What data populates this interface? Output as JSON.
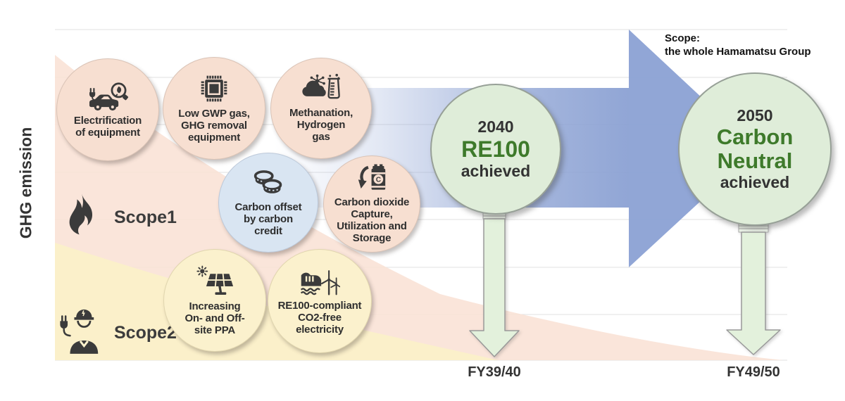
{
  "scope_note": {
    "line1": "Scope:",
    "line2": "the whole Hamamatsu Group"
  },
  "axis": {
    "y_label": "GHG emission",
    "x_ticks": [
      "FY39/40",
      "FY49/50"
    ]
  },
  "scopes": [
    {
      "label": "Scope1",
      "icon": "flame-icon"
    },
    {
      "label": "Scope2",
      "icon": "electrician-icon"
    }
  ],
  "measures": [
    {
      "id": "electrification",
      "group": "scope1",
      "icon": "electric-car-icon",
      "text": "Electrification\nof equipment"
    },
    {
      "id": "low-gwp",
      "group": "scope1",
      "icon": "semiconductor-chip-icon",
      "text": "Low GWP gas,\nGHG removal\nequipment"
    },
    {
      "id": "methanation",
      "group": "scope1",
      "icon": "cloud-molecule-beaker-icon",
      "text": "Methanation,\nHydrogen\ngas"
    },
    {
      "id": "carbon-offset",
      "group": "carbon-credit",
      "icon": "coins-icon",
      "text": "Carbon offset\nby carbon\ncredit"
    },
    {
      "id": "ccus",
      "group": "scope1",
      "icon": "co2-barrel-capture-icon",
      "text": "Carbon dioxide\nCapture,\nUtilization and\nStorage"
    },
    {
      "id": "ppa",
      "group": "scope2",
      "icon": "solar-panel-icon",
      "text": "Increasing\nOn- and Off-\nsite PPA"
    },
    {
      "id": "re100-electricity",
      "group": "scope2",
      "icon": "hydro-wind-icon",
      "text": "RE100-compliant\nCO2-free\nelectricity"
    }
  ],
  "milestones": [
    {
      "year": "2040",
      "title": "RE100",
      "status": "achieved",
      "fiscal_year": "FY39/40"
    },
    {
      "year": "2050",
      "title": "Carbon\nNeutral",
      "status": "achieved",
      "fiscal_year": "FY49/50"
    }
  ],
  "colors": {
    "scope1-band": "#F9E2D6",
    "scope2-band": "#FBF0C9",
    "pink-circle": "#F7DFD1",
    "blue-circle": "#D9E5F2",
    "yellow-circle": "#FBF1CD",
    "green-circle": "#DFEDD9",
    "green-text": "#3E7A2B",
    "blue-arrow": "#8CA2D4",
    "green-arrow": "#E3F1DC",
    "dark-text": "#333333",
    "gridline": "#E2E2E2"
  }
}
